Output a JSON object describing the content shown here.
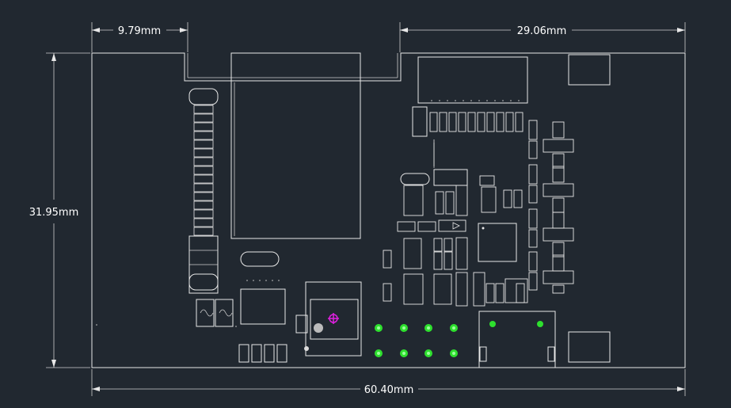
{
  "dimensions": {
    "top_left": "9.79mm",
    "top_right": "29.06mm",
    "left": "31.95mm",
    "bottom": "60.40mm"
  },
  "colors": {
    "background": "#212830",
    "outline": "#e8e8e8",
    "via_pads": "#2ee02e",
    "marker": "#e020e0"
  }
}
